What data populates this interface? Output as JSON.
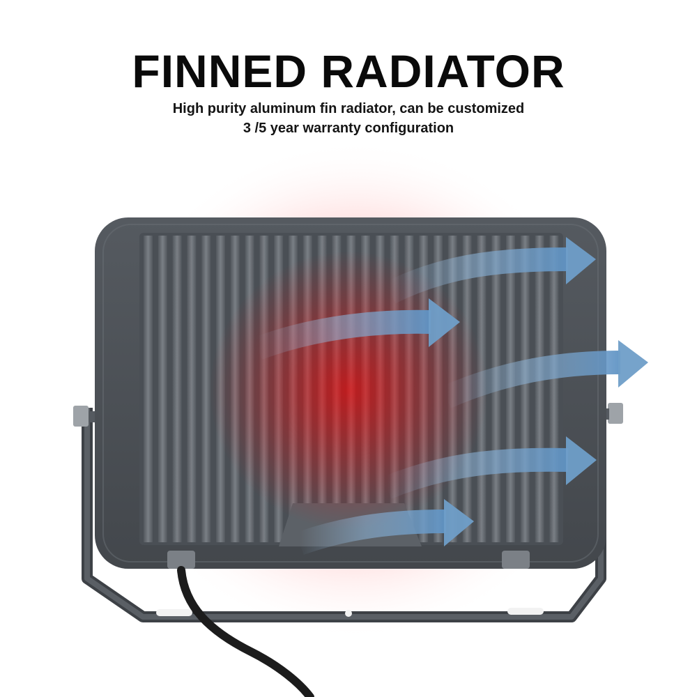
{
  "header": {
    "title": "FINNED RADIATOR",
    "subtitle_line1": "High purity aluminum fin radiator, can be customized",
    "subtitle_line2": "3 /5 year warranty configuration"
  },
  "colors": {
    "heat": "#e0141e",
    "housing": "#4a4f54",
    "fin": "#666b71",
    "airflow_arrow": "#6f9ec8"
  },
  "product": {
    "name": "floodlight-back-housing",
    "icons": [
      "heat-glow-icon",
      "airflow-arrow-icon",
      "mounting-bracket-icon",
      "power-cable-icon"
    ]
  }
}
